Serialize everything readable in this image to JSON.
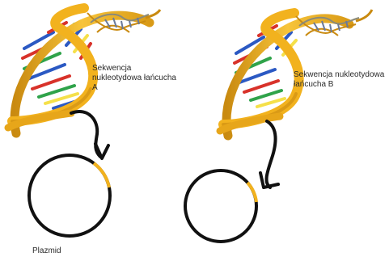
{
  "labels": {
    "sequence_a": "Sekwencja\nnukleotydowa łańcucha\nA",
    "sequence_b": "Sekwencja nukleotydowa\nłańcucha B",
    "plasmid": "Plazmid"
  },
  "colors": {
    "backbone": "#f2b21e",
    "backbone_shade": "#c98a10",
    "base_red": "#d8322a",
    "base_blue": "#2b59c3",
    "base_green": "#2fa34a",
    "base_yellow": "#f5e04a",
    "arrow": "#111111",
    "plasmid_ring": "#111111",
    "plasmid_insert": "#f2b21e"
  },
  "icons": [
    "dna-helix-icon",
    "curved-arrow-icon",
    "plasmid-ring-icon"
  ]
}
